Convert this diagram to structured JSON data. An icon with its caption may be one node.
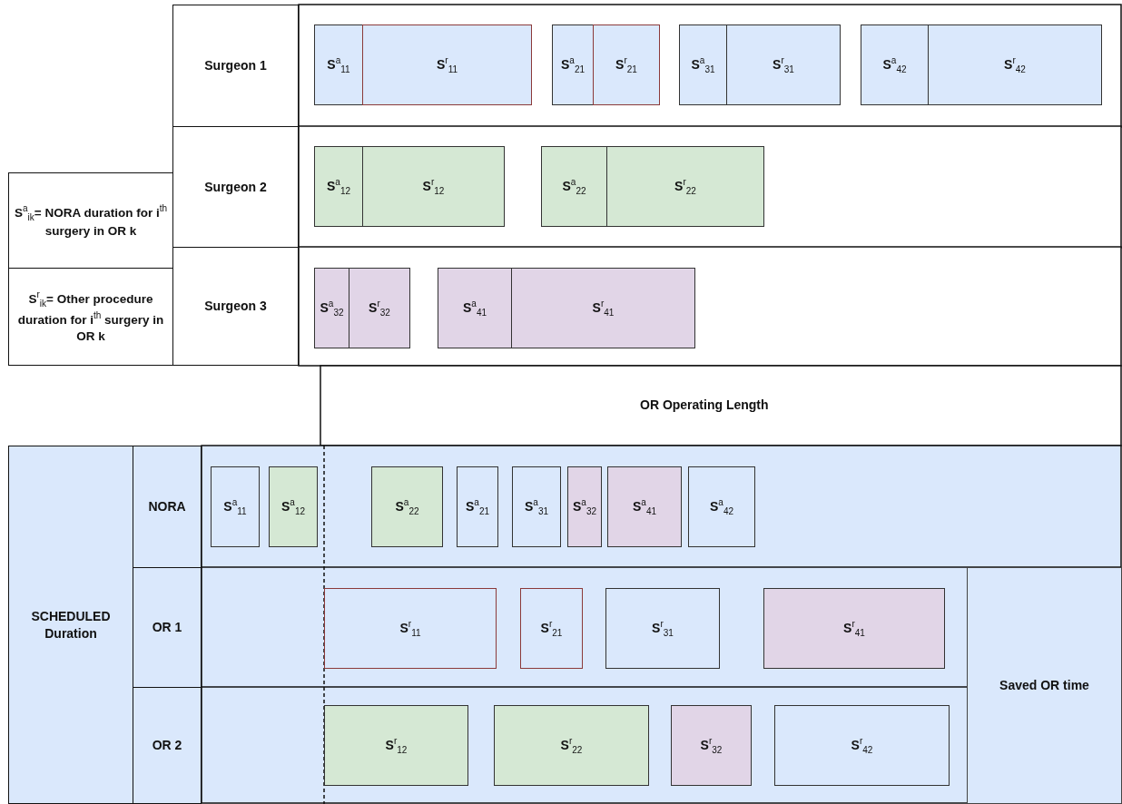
{
  "diagram": {
    "nodes": [
      {
        "text": [
          "S$^{a}$$_{ik}$= NORA duration for i$^{th}$ surgery in OR k"
        ]
      },
      {
        "text": [
          "S$^{r}$$_{ik}$= Other procedure duration for i$^{th}$ surgery in OR k"
        ]
      },
      {
        "text": [
          "Surgeon 1"
        ]
      },
      {
        "text": [
          "S$^{a}$$_{11}$"
        ]
      },
      {
        "text": [
          "S$^{r}$$_{11}$"
        ]
      },
      {
        "text": [
          "S$^{a}$$_{21}$"
        ]
      },
      {
        "text": [
          "S$^{r}$$_{21}$"
        ]
      },
      {
        "text": [
          "S$^{a}$$_{31}$"
        ]
      },
      {
        "text": [
          "S$^{r}$$_{31}$"
        ]
      },
      {
        "text": [
          "S$^{a}$$_{42}$"
        ]
      },
      {
        "text": [
          "S$^{r}$$_{42}$"
        ]
      },
      {
        "text": [
          "Surgeon 2"
        ]
      },
      {
        "text": [
          "S$^{a}$$_{12}$"
        ]
      },
      {
        "text": [
          "S$^{r}$$_{12}$"
        ]
      },
      {
        "text": [
          "S$^{a}$$_{22}$"
        ]
      },
      {
        "text": [
          "S$^{r}$$_{22}$"
        ]
      },
      {
        "text": [
          "Surgeon 3"
        ]
      },
      {
        "text": [
          "S$^{a}$$_{32}$"
        ]
      },
      {
        "text": [
          "S$^{r}$$_{32}$"
        ]
      },
      {
        "text": [
          "S$^{a}$$_{41}$"
        ]
      },
      {
        "text": [
          "S$^{r}$$_{41}$"
        ]
      },
      {
        "text": [
          "SCHEDULED Duration"
        ]
      },
      {
        "text": [
          "NORA"
        ]
      },
      {
        "text": [
          "S$^{a}$$_{11}$"
        ]
      },
      {
        "text": [
          "S$^{a}$$_{12}$"
        ]
      },
      {
        "text": [
          "S$^{a}$$_{22}$"
        ]
      },
      {
        "text": [
          "S$^{a}$$_{21}$"
        ]
      },
      {
        "text": [
          "S$^{a}$$_{31}$"
        ]
      },
      {
        "text": [
          "S$^{a}$$_{32}$"
        ]
      },
      {
        "text": [
          "S$^{a}$$_{41}$"
        ]
      },
      {
        "text": [
          "S$^{a}$$_{42}$"
        ]
      },
      {
        "text": [
          "OR 1"
        ]
      },
      {
        "text": [
          "S$^{r}$$_{11}$"
        ]
      },
      {
        "text": [
          "S$^{r}$$_{21}$"
        ]
      },
      {
        "text": [
          "S$^{r}$$_{31}$"
        ]
      },
      {
        "text": [
          "S$^{r}$$_{41}$"
        ]
      },
      {
        "text": [
          "Saved OR time"
        ]
      },
      {
        "text": [
          "OR 2"
        ]
      },
      {
        "text": [
          "S$^{r}$$_{12}$"
        ]
      },
      {
        "text": [
          "S$^{r}$$_{22}$"
        ]
      },
      {
        "text": [
          "S$^{r}$$_{32}$"
        ]
      },
      {
        "text": [
          "S$^{r}$$_{42}$"
        ]
      }
    ],
    "edges": [],
    "labels": [
      "OR Operating Length"
    ]
  }
}
